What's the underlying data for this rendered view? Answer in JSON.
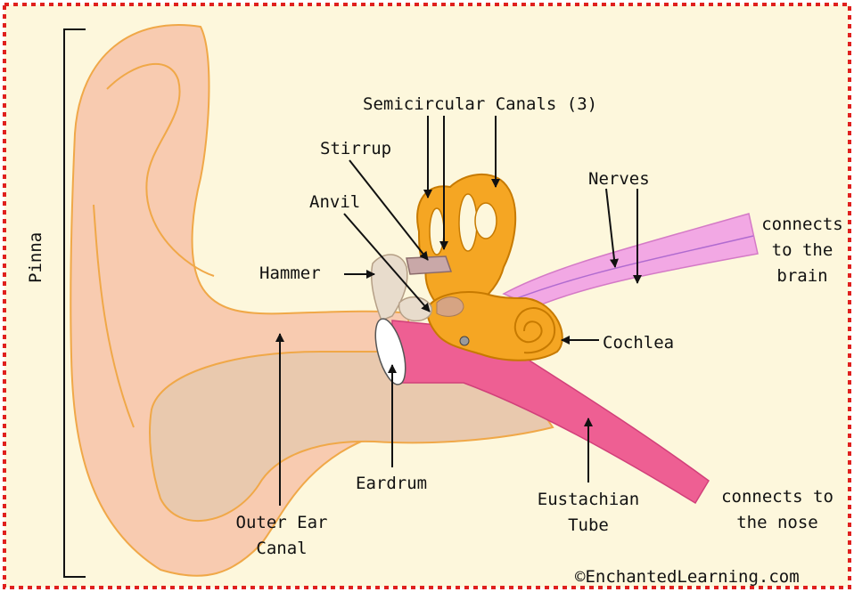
{
  "labels": {
    "pinna": "Pinna",
    "semicircular_canals": "Semicircular Canals (3)",
    "stirrup": "Stirrup",
    "anvil": "Anvil",
    "hammer": "Hammer",
    "nerves": "Nerves",
    "brain_line1": "connects",
    "brain_line2": "to the",
    "brain_line3": "brain",
    "cochlea": "Cochlea",
    "eardrum": "Eardrum",
    "outer_ear_canal_line1": "Outer Ear",
    "outer_ear_canal_line2": "Canal",
    "eustachian_line1": "Eustachian",
    "eustachian_line2": "Tube",
    "nose_line1": "connects to",
    "nose_line2": "the nose",
    "copyright": "©EnchantedLearning.com"
  },
  "colors": {
    "background": "#fdf7dc",
    "border": "#e0201e",
    "skin": "#f8cbb0",
    "skin_outline": "#f0a848",
    "canal": "#e9c9ae",
    "cochlea": "#f5a623",
    "cochlea_outline": "#c77a00",
    "tube": "#ee5f93",
    "nerve": "#f2a8e4",
    "eardrum": "#ffffff",
    "ossicles": "#e8dccc"
  }
}
